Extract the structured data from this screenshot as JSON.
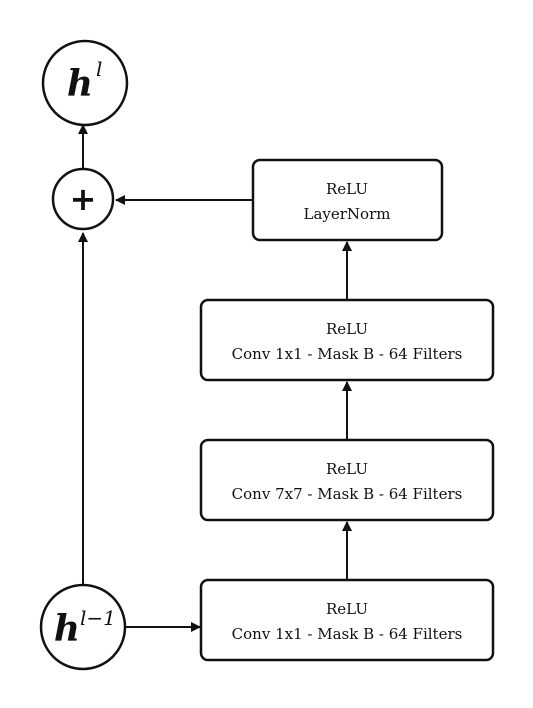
{
  "nodes": {
    "output": {
      "base": "h",
      "superscript": "l"
    },
    "input": {
      "base": "h",
      "superscript": "l−1"
    },
    "sum": {
      "symbol": "+"
    }
  },
  "blocks": [
    {
      "line1": "ReLU",
      "line2": "Conv 1x1 - Mask B - 64 Filters"
    },
    {
      "line1": "ReLU",
      "line2": "Conv 7x7 - Mask B - 64 Filters"
    },
    {
      "line1": "ReLU",
      "line2": "Conv 1x1 - Mask B - 64 Filters"
    },
    {
      "line1": "ReLU",
      "line2": "LayerNorm"
    }
  ]
}
